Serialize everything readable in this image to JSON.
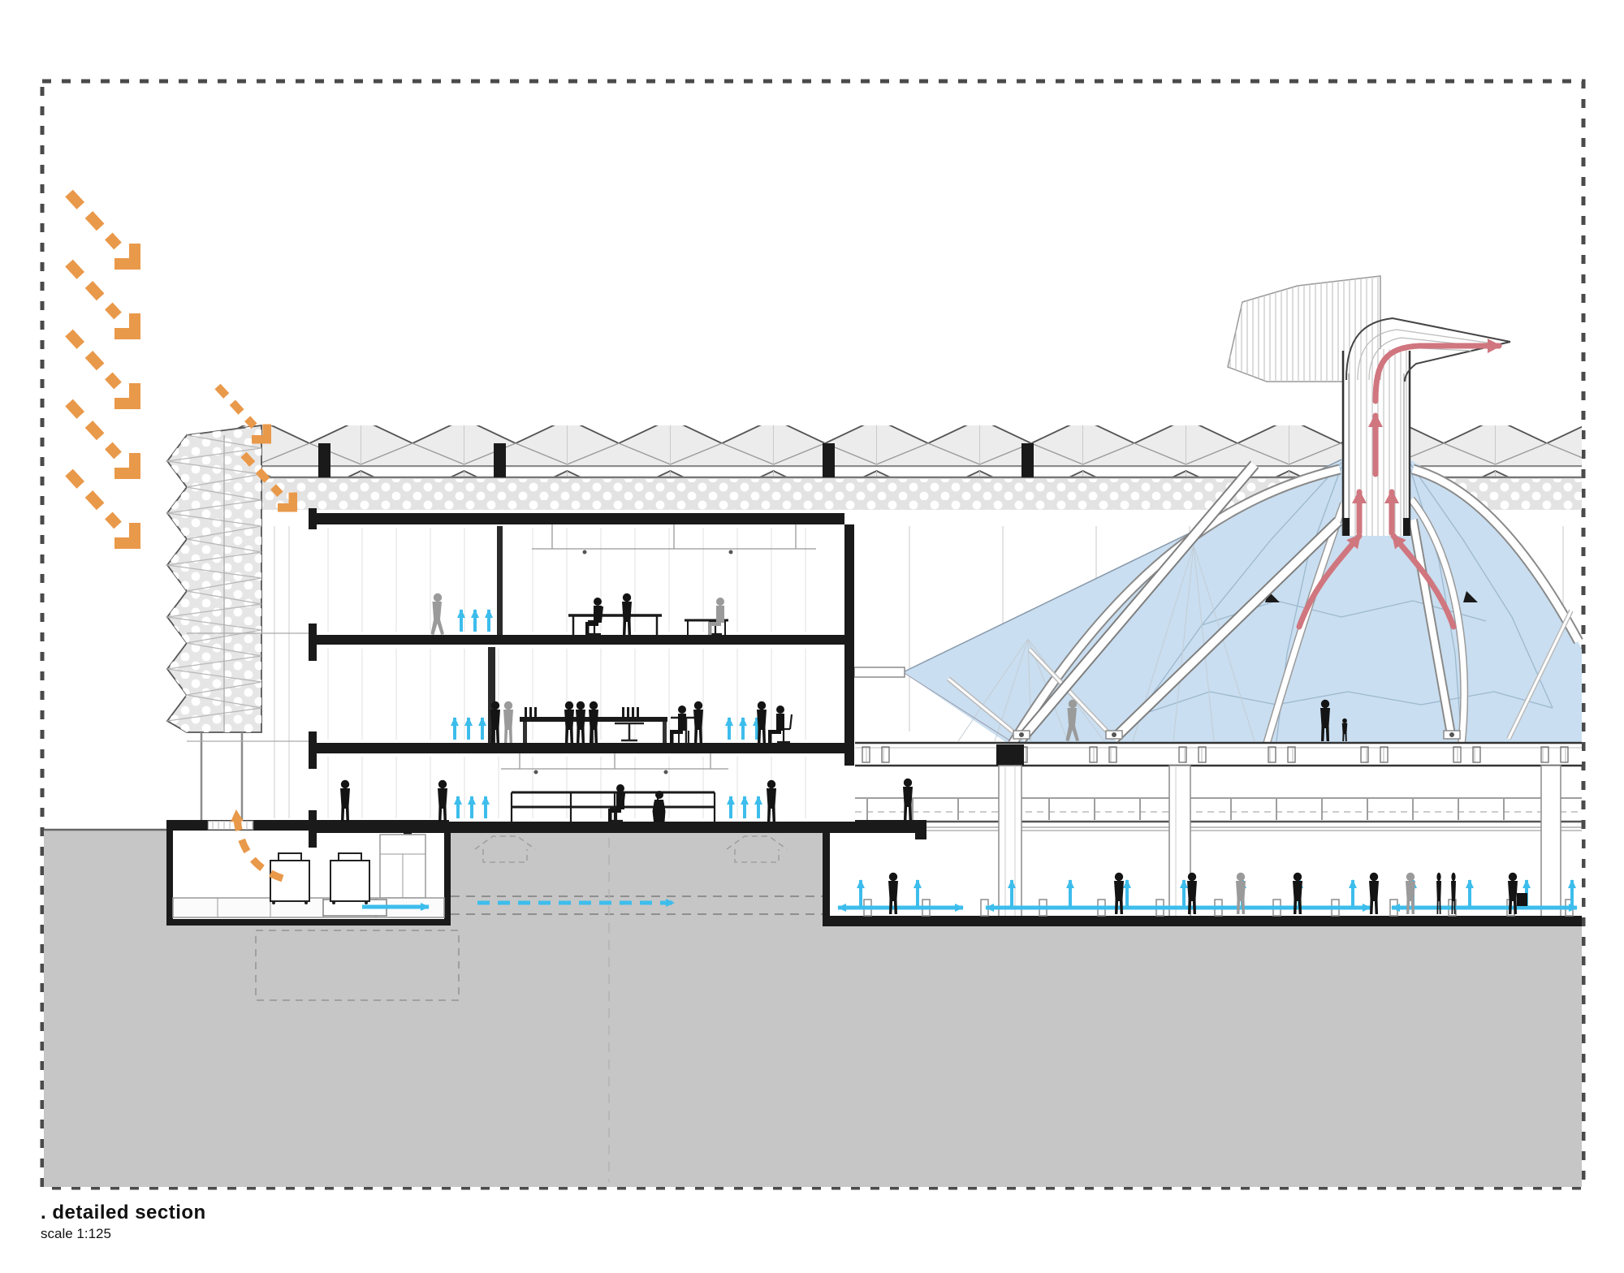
{
  "caption": {
    "title": ". detailed section",
    "subtitle": "scale 1:125"
  },
  "colors": {
    "frame_dash": "#4a4a4a",
    "ground_poche": "#c6c6c6",
    "structure_black": "#1a1a1a",
    "truss_fill": "#ececec",
    "truss_line": "#9a9a9a",
    "facade_fill": "#e6e6e6",
    "perf_band": "#e3e3e3",
    "canopy_blue": "#c9def0",
    "canopy_mesh": "#9db8ce",
    "flow_cyan": "#3dbdec",
    "exhaust_pink": "#d0767f",
    "sun_orange": "#e9994a",
    "silhouette_black": "#141414",
    "silhouette_gray": "#9a9a9a"
  },
  "flows": {
    "solar_gain_arrows": {
      "style": "dashed-diagonal-down-right",
      "count": 5,
      "color_key": "sun_orange"
    },
    "facade_solar_arrows": {
      "style": "dashed-diagonal-down-right",
      "count": 2,
      "color_key": "sun_orange"
    },
    "plant_room_intake_arrow": {
      "style": "dashed-curve-up",
      "count": 1,
      "color_key": "sun_orange"
    },
    "floor_supply_arrow_trios": {
      "style": "solid-up",
      "count": 5,
      "color_key": "flow_cyan"
    },
    "concourse_up_arrows": {
      "style": "solid-up",
      "count": 13,
      "color_key": "flow_cyan"
    },
    "horizontal_air_runs": {
      "style": "solid-double-headed",
      "count": 4,
      "color_key": "flow_cyan"
    },
    "underground_duct_arrow": {
      "style": "dashed-horizontal",
      "count": 1,
      "color_key": "flow_cyan"
    },
    "exhaust_stack_arrows": {
      "style": "solid-curved-up-and-out",
      "count": 6,
      "color_key": "exhaust_pink"
    }
  }
}
